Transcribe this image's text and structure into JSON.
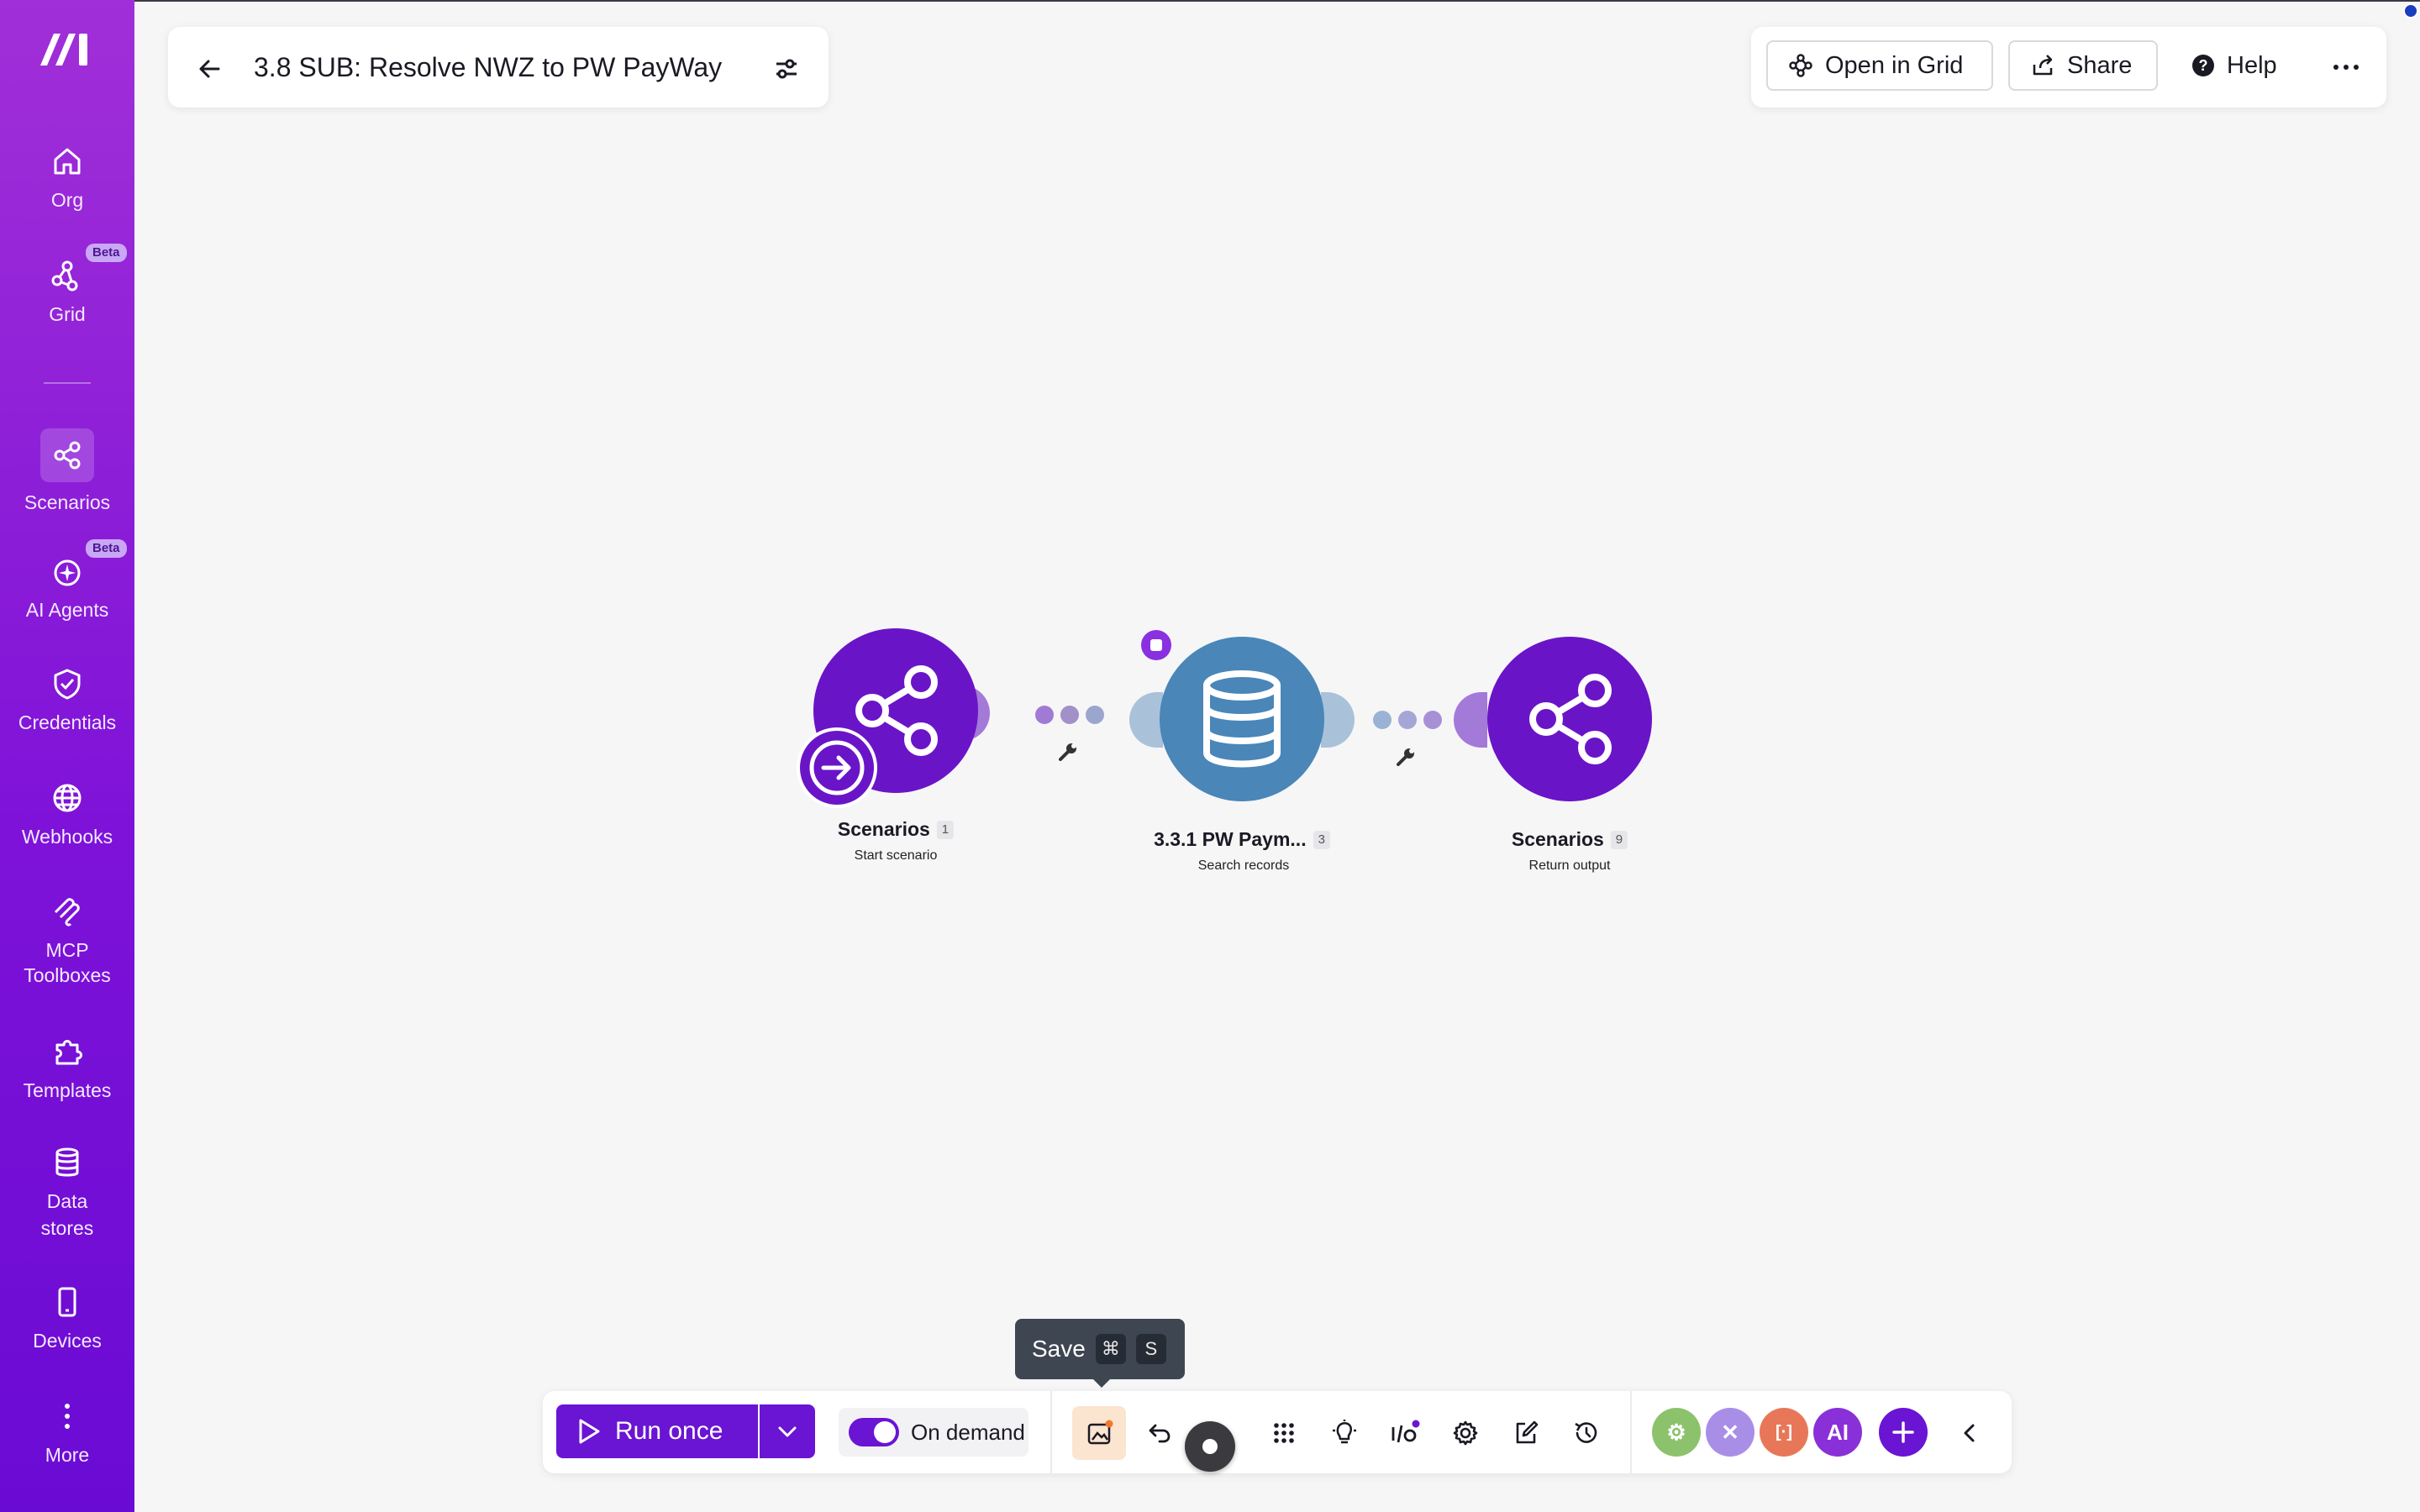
{
  "sidebar": {
    "items": [
      {
        "label": "Org",
        "icon": "home-icon"
      },
      {
        "label": "Grid",
        "icon": "grid-network-icon",
        "badge": "Beta"
      },
      {
        "label": "Scenarios",
        "icon": "share-nodes-icon",
        "active": true
      },
      {
        "label": "AI Agents",
        "icon": "ai-agent-icon",
        "badge": "Beta"
      },
      {
        "label": "Credentials",
        "icon": "shield-check-icon"
      },
      {
        "label": "Webhooks",
        "icon": "globe-icon"
      },
      {
        "label": "MCP Toolboxes",
        "icon": "mcp-icon"
      },
      {
        "label": "Templates",
        "icon": "puzzle-icon"
      },
      {
        "label": "Data stores",
        "icon": "database-icon"
      },
      {
        "label": "Devices",
        "icon": "phone-icon"
      },
      {
        "label": "More",
        "icon": "vertical-dots-icon"
      }
    ]
  },
  "header": {
    "title": "3.8 SUB: Resolve NWZ to PW PayWay",
    "open_in_grid": "Open in Grid",
    "share": "Share",
    "help": "Help"
  },
  "flow": {
    "modules": [
      {
        "name": "Scenarios",
        "count": "1",
        "subtitle": "Start scenario",
        "color": "#6a14c8"
      },
      {
        "name": "3.3.1 PW Paym...",
        "count": "3",
        "subtitle": "Search records",
        "color": "#4a86b8"
      },
      {
        "name": "Scenarios",
        "count": "9",
        "subtitle": "Return output",
        "color": "#6a14c8"
      }
    ]
  },
  "toolbar": {
    "run_label": "Run once",
    "schedule_label": "On demand",
    "tooltip_label": "Save",
    "tooltip_keys": [
      "⌘",
      "S"
    ],
    "avatars": [
      {
        "label": "⚙",
        "color": "#8dc26c"
      },
      {
        "label": "✕",
        "color": "#a98ee8"
      },
      {
        "label": "[·]",
        "color": "#e8775a"
      },
      {
        "label": "AI",
        "color": "#8a30d8"
      }
    ],
    "accent": "#6a14d4"
  }
}
